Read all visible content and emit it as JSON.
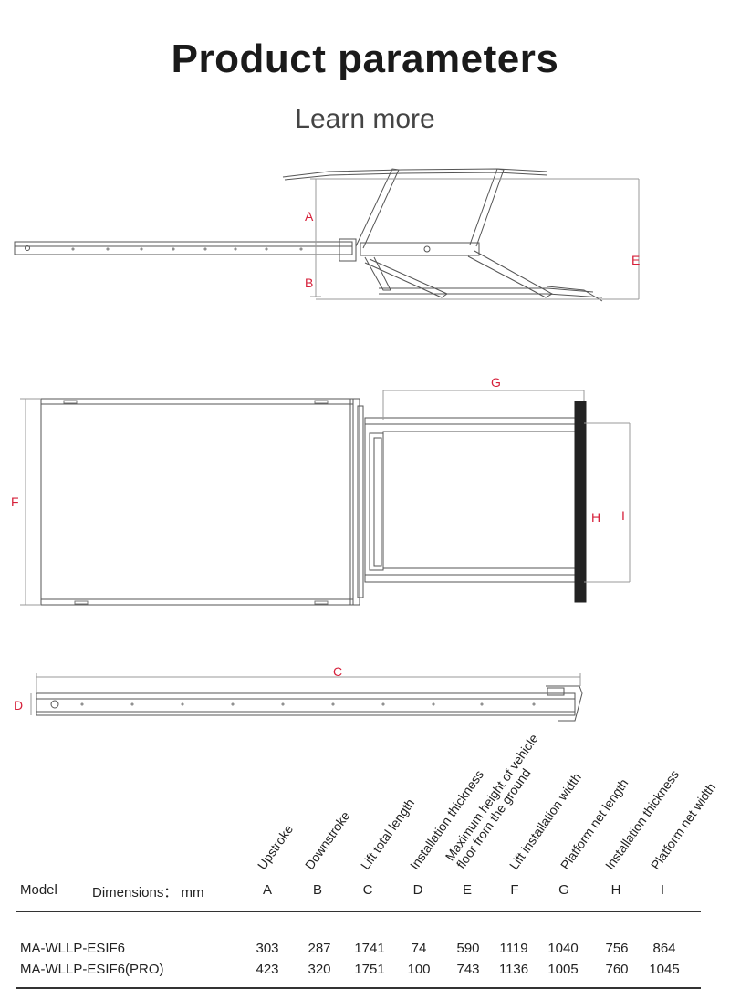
{
  "header": {
    "title": "Product parameters",
    "subtitle": "Learn more"
  },
  "dimension_labels": {
    "A": "A",
    "B": "B",
    "C": "C",
    "D": "D",
    "E": "E",
    "F": "F",
    "G": "G",
    "H": "H",
    "I": "I"
  },
  "table": {
    "model_header": "Model",
    "dimensions_header": "Dimensions： mm",
    "rotated_headers": {
      "A": "Upstroke",
      "B": "Downstroke",
      "C": "Lift total length",
      "D": "Installation thickness",
      "E_line1": "Maximum height of vehicle",
      "E_line2": "floor from the ground",
      "F": "Lift installation width",
      "G": "Platform net length",
      "H": "Installation thickness",
      "I": "Platform net width"
    },
    "letters": [
      "A",
      "B",
      "C",
      "D",
      "E",
      "F",
      "G",
      "H",
      "I"
    ],
    "rows": [
      {
        "model": "MA-WLLP-ESIF6",
        "values": [
          "303",
          "287",
          "1741",
          "74",
          "590",
          "1119",
          "1040",
          "756",
          "864"
        ]
      },
      {
        "model": "MA-WLLP-ESIF6(PRO)",
        "values": [
          "423",
          "320",
          "1751",
          "100",
          "743",
          "1136",
          "1005",
          "760",
          "1045"
        ]
      }
    ]
  },
  "colors": {
    "dimension_label": "#d6203a",
    "line": "#555555"
  }
}
